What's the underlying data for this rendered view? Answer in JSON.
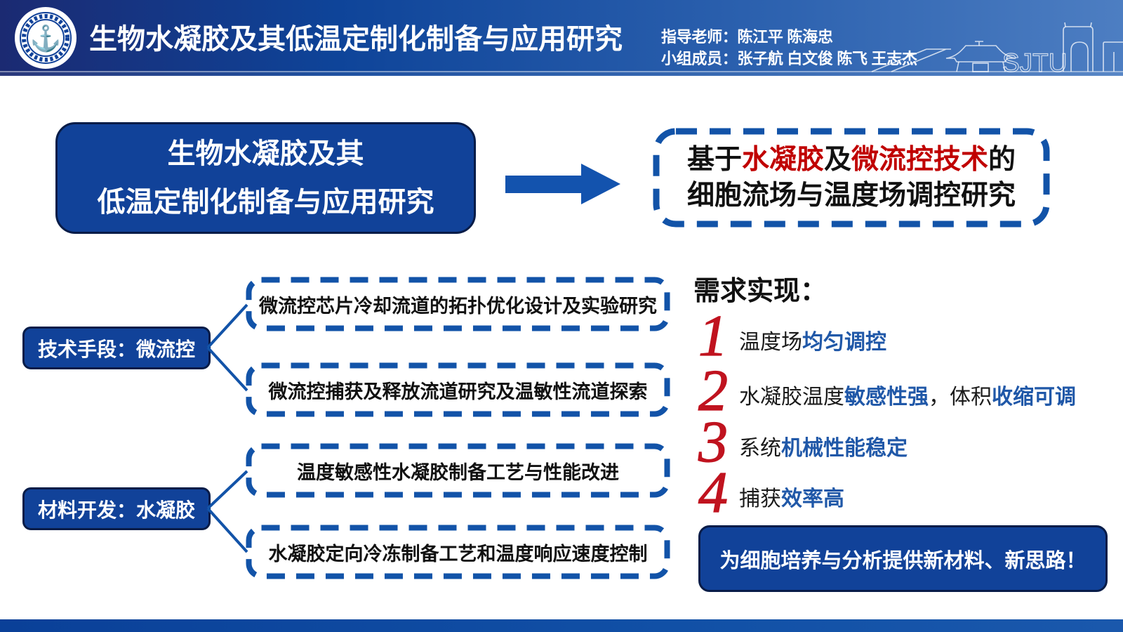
{
  "header": {
    "title": "生物水凝胶及其低温定制化制备与应用研究",
    "advisor_label": "指导老师：",
    "advisors": "陈江平 陈海忠",
    "members_label": "小组成员：",
    "members": "张子航 白文俊 陈飞 王志杰",
    "logo_name": "上海交通大学校徽",
    "watermark_text": "SJTU"
  },
  "flow": {
    "source_box": {
      "line1": "生物水凝胶及其",
      "line2": "低温定制化制备与应用研究"
    },
    "goal_box": {
      "prefix": "基于",
      "red1": "水凝胶",
      "mid": "及",
      "red2": "微流控技术",
      "suffix": "的",
      "line2": "细胞流场与温度场调控研究"
    }
  },
  "branches": [
    {
      "label": "技术手段：微流控",
      "items": [
        "微流控芯片冷却流道的拓扑优化设计及实验研究",
        "微流控捕获及释放流道研究及温敏性流道探索"
      ]
    },
    {
      "label": "材料开发：水凝胶",
      "items": [
        "温度敏感性水凝胶制备工艺与性能改进",
        "水凝胶定向冷冻制备工艺和温度响应速度控制"
      ]
    }
  ],
  "requirements": {
    "heading": "需求实现：",
    "items": [
      {
        "num": "1",
        "seg1": "温度场",
        "hl1": "均匀调控",
        "seg2": "",
        "hl2": ""
      },
      {
        "num": "2",
        "seg1": "水凝胶温度",
        "hl1": "敏感性强",
        "seg2": "，体积",
        "hl2": "收缩可调"
      },
      {
        "num": "3",
        "seg1": "系统",
        "hl1": "机械性能稳定",
        "seg2": "",
        "hl2": ""
      },
      {
        "num": "4",
        "seg1": "捕获",
        "hl1": "效率高",
        "seg2": "",
        "hl2": ""
      }
    ]
  },
  "conclusion": "为细胞培养与分析提供新材料、新思路！",
  "colors": {
    "primary_blue": "#114299",
    "dark_navy_border": "#081c48",
    "dash_blue": "#1253a8",
    "accent_red": "#c00000",
    "number_red": "#c0131f",
    "highlight_blue": "#2058a8"
  }
}
